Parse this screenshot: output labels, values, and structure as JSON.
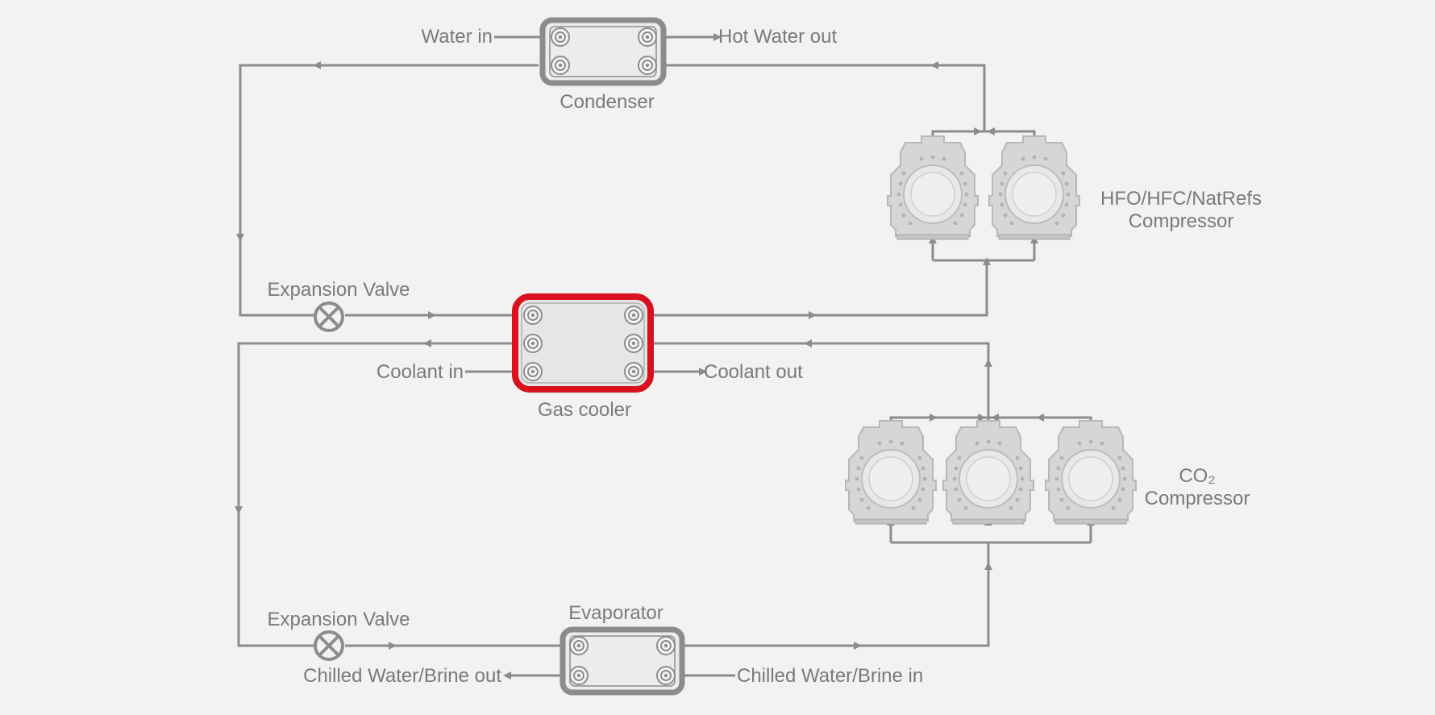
{
  "diagram": {
    "condenser": {
      "label": "Condenser",
      "water_in": "Water in",
      "water_out": "Hot Water out"
    },
    "gas_cooler": {
      "label": "Gas cooler",
      "coolant_in": "Coolant in",
      "coolant_out": "Coolant out"
    },
    "evaporator": {
      "label": "Evaporator",
      "brine_out": "Chilled Water/Brine out",
      "brine_in": "Chilled Water/Brine in"
    },
    "expansion_valve_top": {
      "label": "Expansion Valve"
    },
    "expansion_valve_bottom": {
      "label": "Expansion Valve"
    },
    "hfo_compressor": {
      "line1": "HFO/HFC/NatRefs",
      "line2": "Compressor"
    },
    "co2_compressor": {
      "line1": "CO₂",
      "line2": "Compressor"
    }
  },
  "colors": {
    "background": "#f2f2f2",
    "pipe": "#8c8c8c",
    "text": "#7a7a7a",
    "highlight": "#d9101e",
    "heat_exchanger_fill": "#ececec",
    "compressor": "#d6d6d6"
  }
}
